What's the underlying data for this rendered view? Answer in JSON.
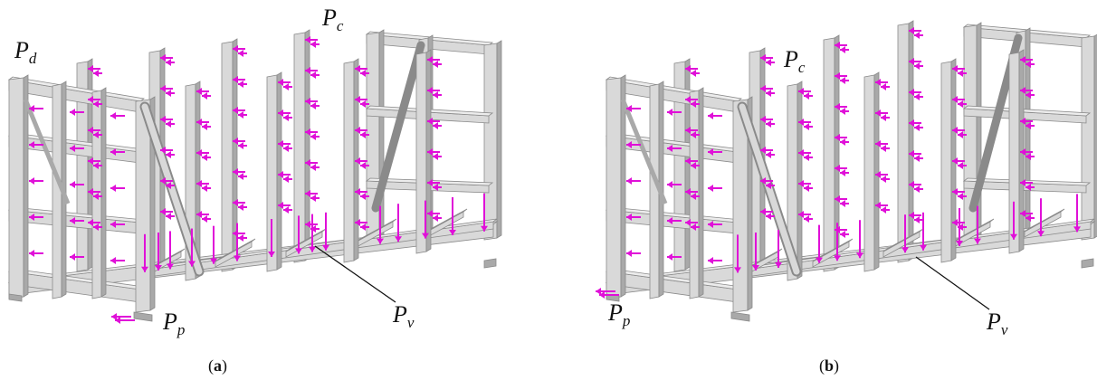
{
  "panels": [
    {
      "id": "a",
      "caption_letter": "a",
      "labels": {
        "pd": {
          "main": "P",
          "sub": "d"
        },
        "pc": {
          "main": "P",
          "sub": "c"
        },
        "pp": {
          "main": "P",
          "sub": "p"
        },
        "pv": {
          "main": "P",
          "sub": "v"
        }
      }
    },
    {
      "id": "b",
      "caption_letter": "b",
      "labels": {
        "pc": {
          "main": "P",
          "sub": "c"
        },
        "pp": {
          "main": "P",
          "sub": "p"
        },
        "pv": {
          "main": "P",
          "sub": "v"
        }
      }
    }
  ],
  "colors": {
    "frame_face": "#d9d9d9",
    "frame_dark": "#a9a9a9",
    "frame_light": "#ececec",
    "frame_edge": "#8a8a8a",
    "load_arrow": "#e010d8"
  }
}
